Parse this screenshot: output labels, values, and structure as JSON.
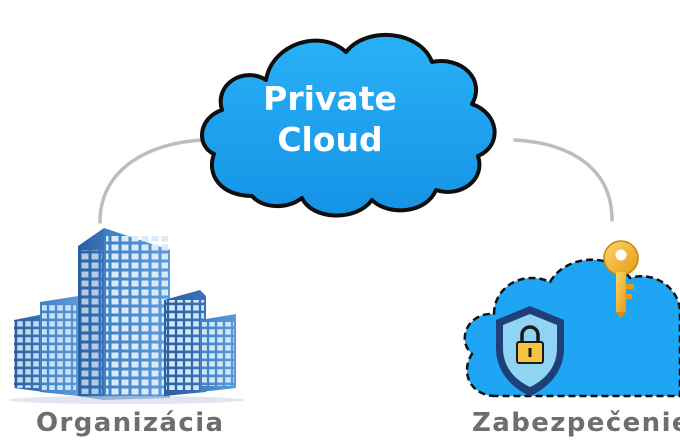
{
  "cloud": {
    "line1": "Private",
    "line2": "Cloud"
  },
  "nodes": {
    "left_label": "Organizácia",
    "right_label": "Zabezpečenie"
  },
  "icons": {
    "center": "private-cloud-icon",
    "left": "office-buildings-icon",
    "right_cloud": "secure-cloud-icon",
    "right_key": "key-icon",
    "right_shield": "shield-lock-icon"
  },
  "colors": {
    "cloud_fill": "#1ba1f2",
    "cloud_outline": "#0e0e0e",
    "building_blue": "#3d7ec4",
    "connector_gray": "#bdbdbd",
    "key_gold": "#f0b429",
    "shield_navy": "#1f3f78",
    "caption_gray": "#6e6e6e"
  }
}
